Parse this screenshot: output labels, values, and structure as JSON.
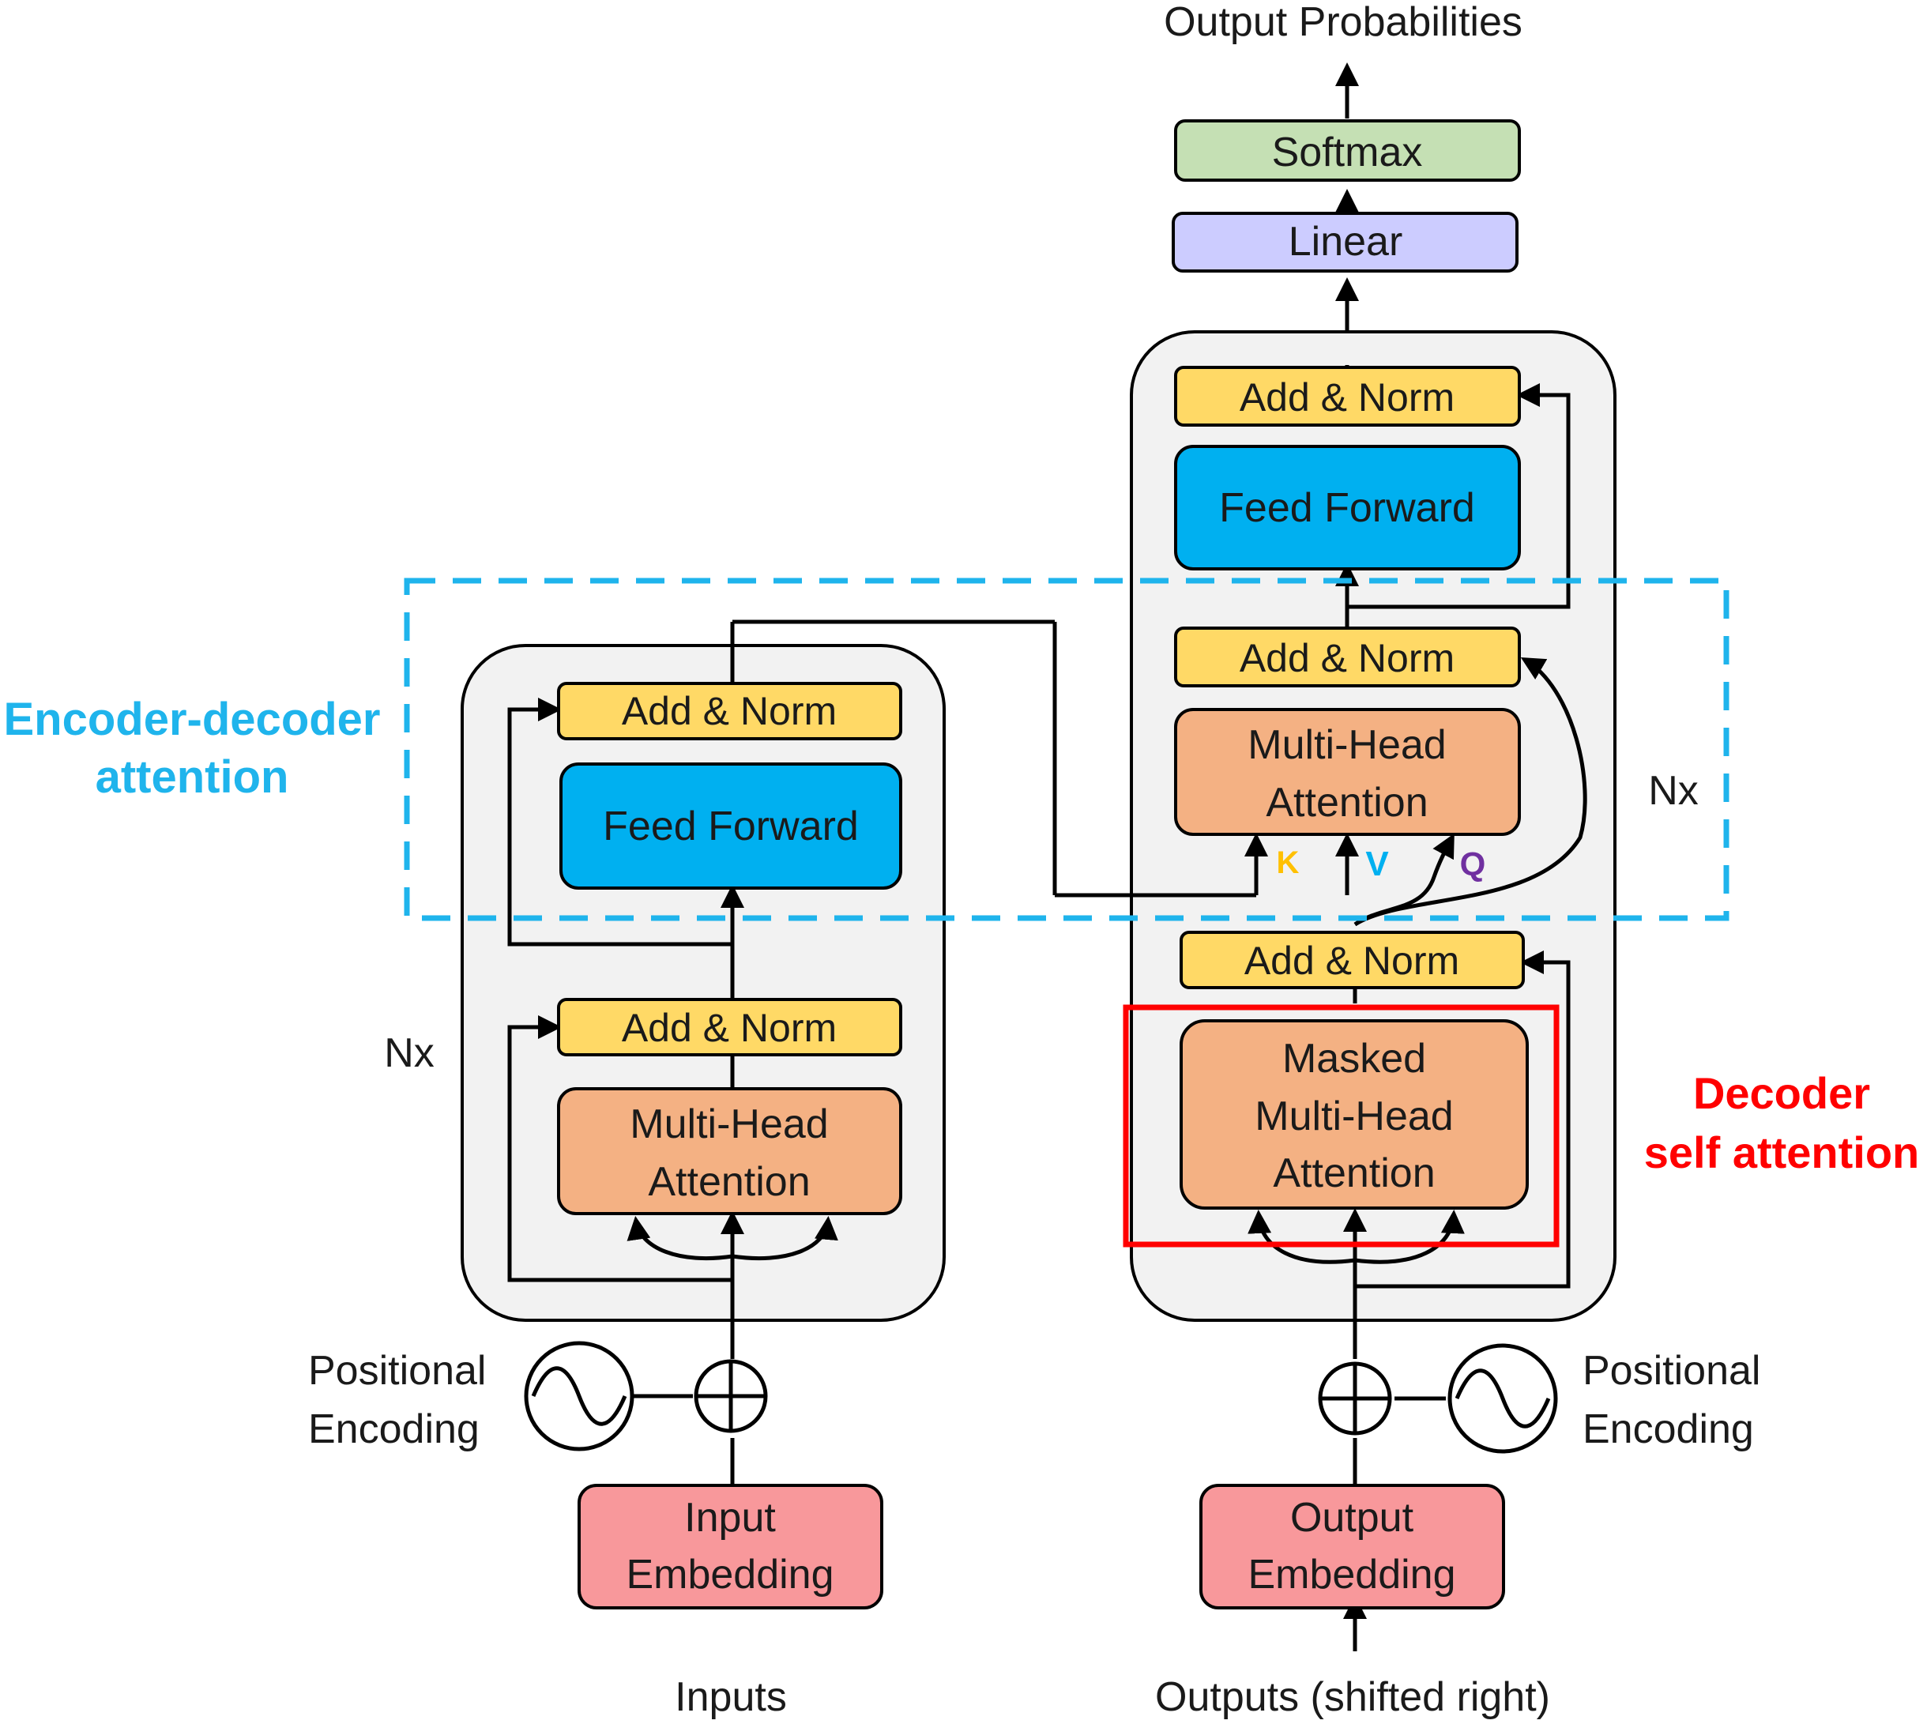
{
  "title": "Output Probabilities",
  "encoder": {
    "repeat_label": "Nx",
    "add_norm_top": "Add & Norm",
    "feed_forward": "Feed Forward",
    "add_norm_bottom": "Add & Norm",
    "attention": [
      "Multi-Head",
      "Attention"
    ],
    "positional_encoding": [
      "Positional",
      "Encoding"
    ],
    "embedding": [
      "Input",
      "Embedding"
    ],
    "inputs_label": "Inputs"
  },
  "decoder": {
    "repeat_label": "Nx",
    "softmax": "Softmax",
    "linear": "Linear",
    "add_norm_top": "Add & Norm",
    "feed_forward": "Feed Forward",
    "add_norm_mid": "Add & Norm",
    "cross_attention": [
      "Multi-Head",
      "Attention"
    ],
    "key_label": "K",
    "value_label": "V",
    "query_label": "Q",
    "add_norm_bottom": "Add & Norm",
    "masked_attention": [
      "Masked",
      "Multi-Head",
      "Attention"
    ],
    "positional_encoding": [
      "Positional",
      "Encoding"
    ],
    "embedding": [
      "Output",
      "Embedding"
    ],
    "outputs_label": "Outputs (shifted right)"
  },
  "annotations": {
    "encoder_decoder_attention": [
      "Encoder-decoder",
      "attention"
    ],
    "decoder_self_attention": [
      "Decoder",
      "self attention"
    ]
  },
  "colors": {
    "add_norm": "#FFD966",
    "feed_forward": "#00B0F0",
    "attention": "#F4B183",
    "embedding": "#F8989B",
    "softmax": "#C5E0B4",
    "linear": "#CCCCFF",
    "block_bg": "#F2F2F2",
    "highlight_blue": "#1FB4EC",
    "highlight_red": "#FF0000",
    "key_color": "#FFC000",
    "value_color": "#00B0F0",
    "query_color": "#7030A0"
  }
}
